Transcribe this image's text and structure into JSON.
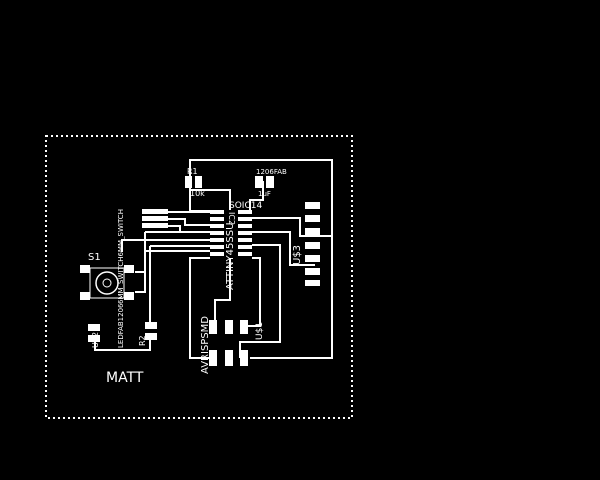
{
  "board": {
    "name": "MATT",
    "components": {
      "r1": {
        "ref": "R1",
        "value": "10k"
      },
      "c1": {
        "ref": "1206FAB",
        "value": "1uF"
      },
      "ic": {
        "package": "SOIC14",
        "ref": "IC2",
        "part": "ATTINY45SSU"
      },
      "ftdi": {
        "ref": "U$3"
      },
      "isp": {
        "ref": "U$1",
        "part": "AVRISPSMD"
      },
      "switch": {
        "ref": "S1",
        "part": "6MM_SWITCH6MM_SWITCH"
      },
      "led": {
        "ref": "U$2",
        "part": "LEDFAB1206"
      },
      "r2": {
        "ref": "R2"
      }
    }
  },
  "colors": {
    "background": "#000000",
    "copper": "#ffffff"
  }
}
